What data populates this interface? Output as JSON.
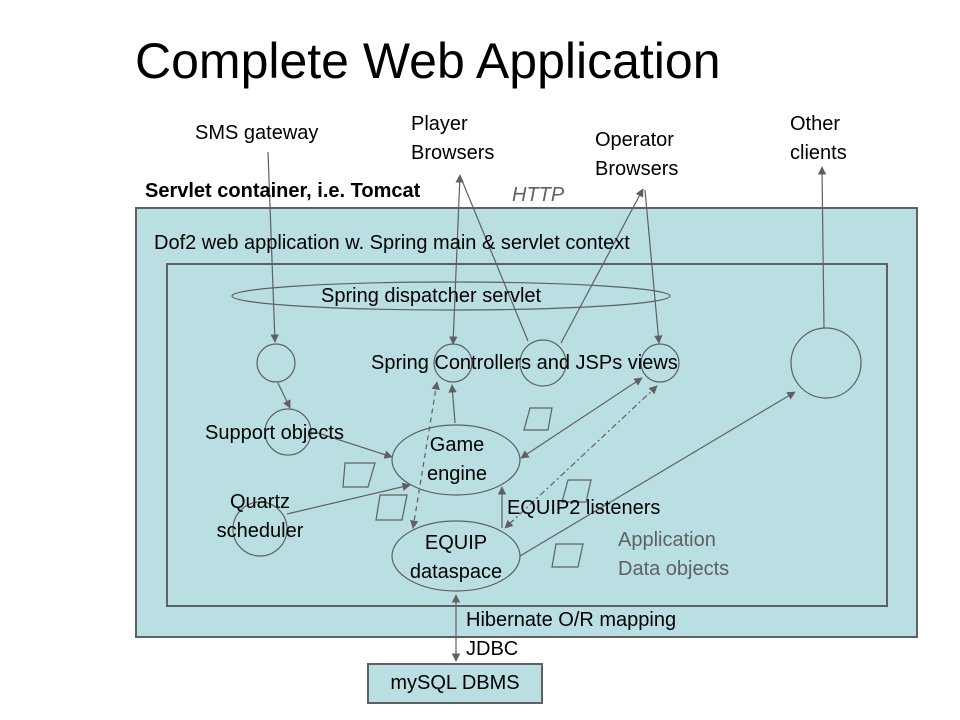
{
  "title": "Complete Web Application",
  "external": {
    "sms_gateway": "SMS gateway",
    "player_browsers": [
      "Player",
      "Browsers"
    ],
    "operator_browsers": [
      "Operator",
      "Browsers"
    ],
    "other_clients": [
      "Other",
      "clients"
    ],
    "http": "HTTP"
  },
  "servlet_container": "Servlet container, i.e. Tomcat",
  "web_application": "Dof2 web application w. Spring main & servlet context",
  "dispatcher": "Spring dispatcher servlet",
  "controllers": "Spring Controllers and JSPs views",
  "support_objects": "Support objects",
  "game_engine": [
    "Game",
    "engine"
  ],
  "quartz": [
    "Quartz",
    "scheduler"
  ],
  "equip": [
    "EQUIP",
    "dataspace"
  ],
  "equip_listeners": "EQUIP2 listeners",
  "app_data_objects": [
    "Application",
    "Data objects"
  ],
  "hibernate": "Hibernate O/R mapping",
  "jdbc": "JDBC",
  "database": "mySQL DBMS",
  "colors": {
    "container_fill": "#badfe3",
    "stroke": "#606060",
    "text": "#000000",
    "muted_text": "#606060"
  }
}
